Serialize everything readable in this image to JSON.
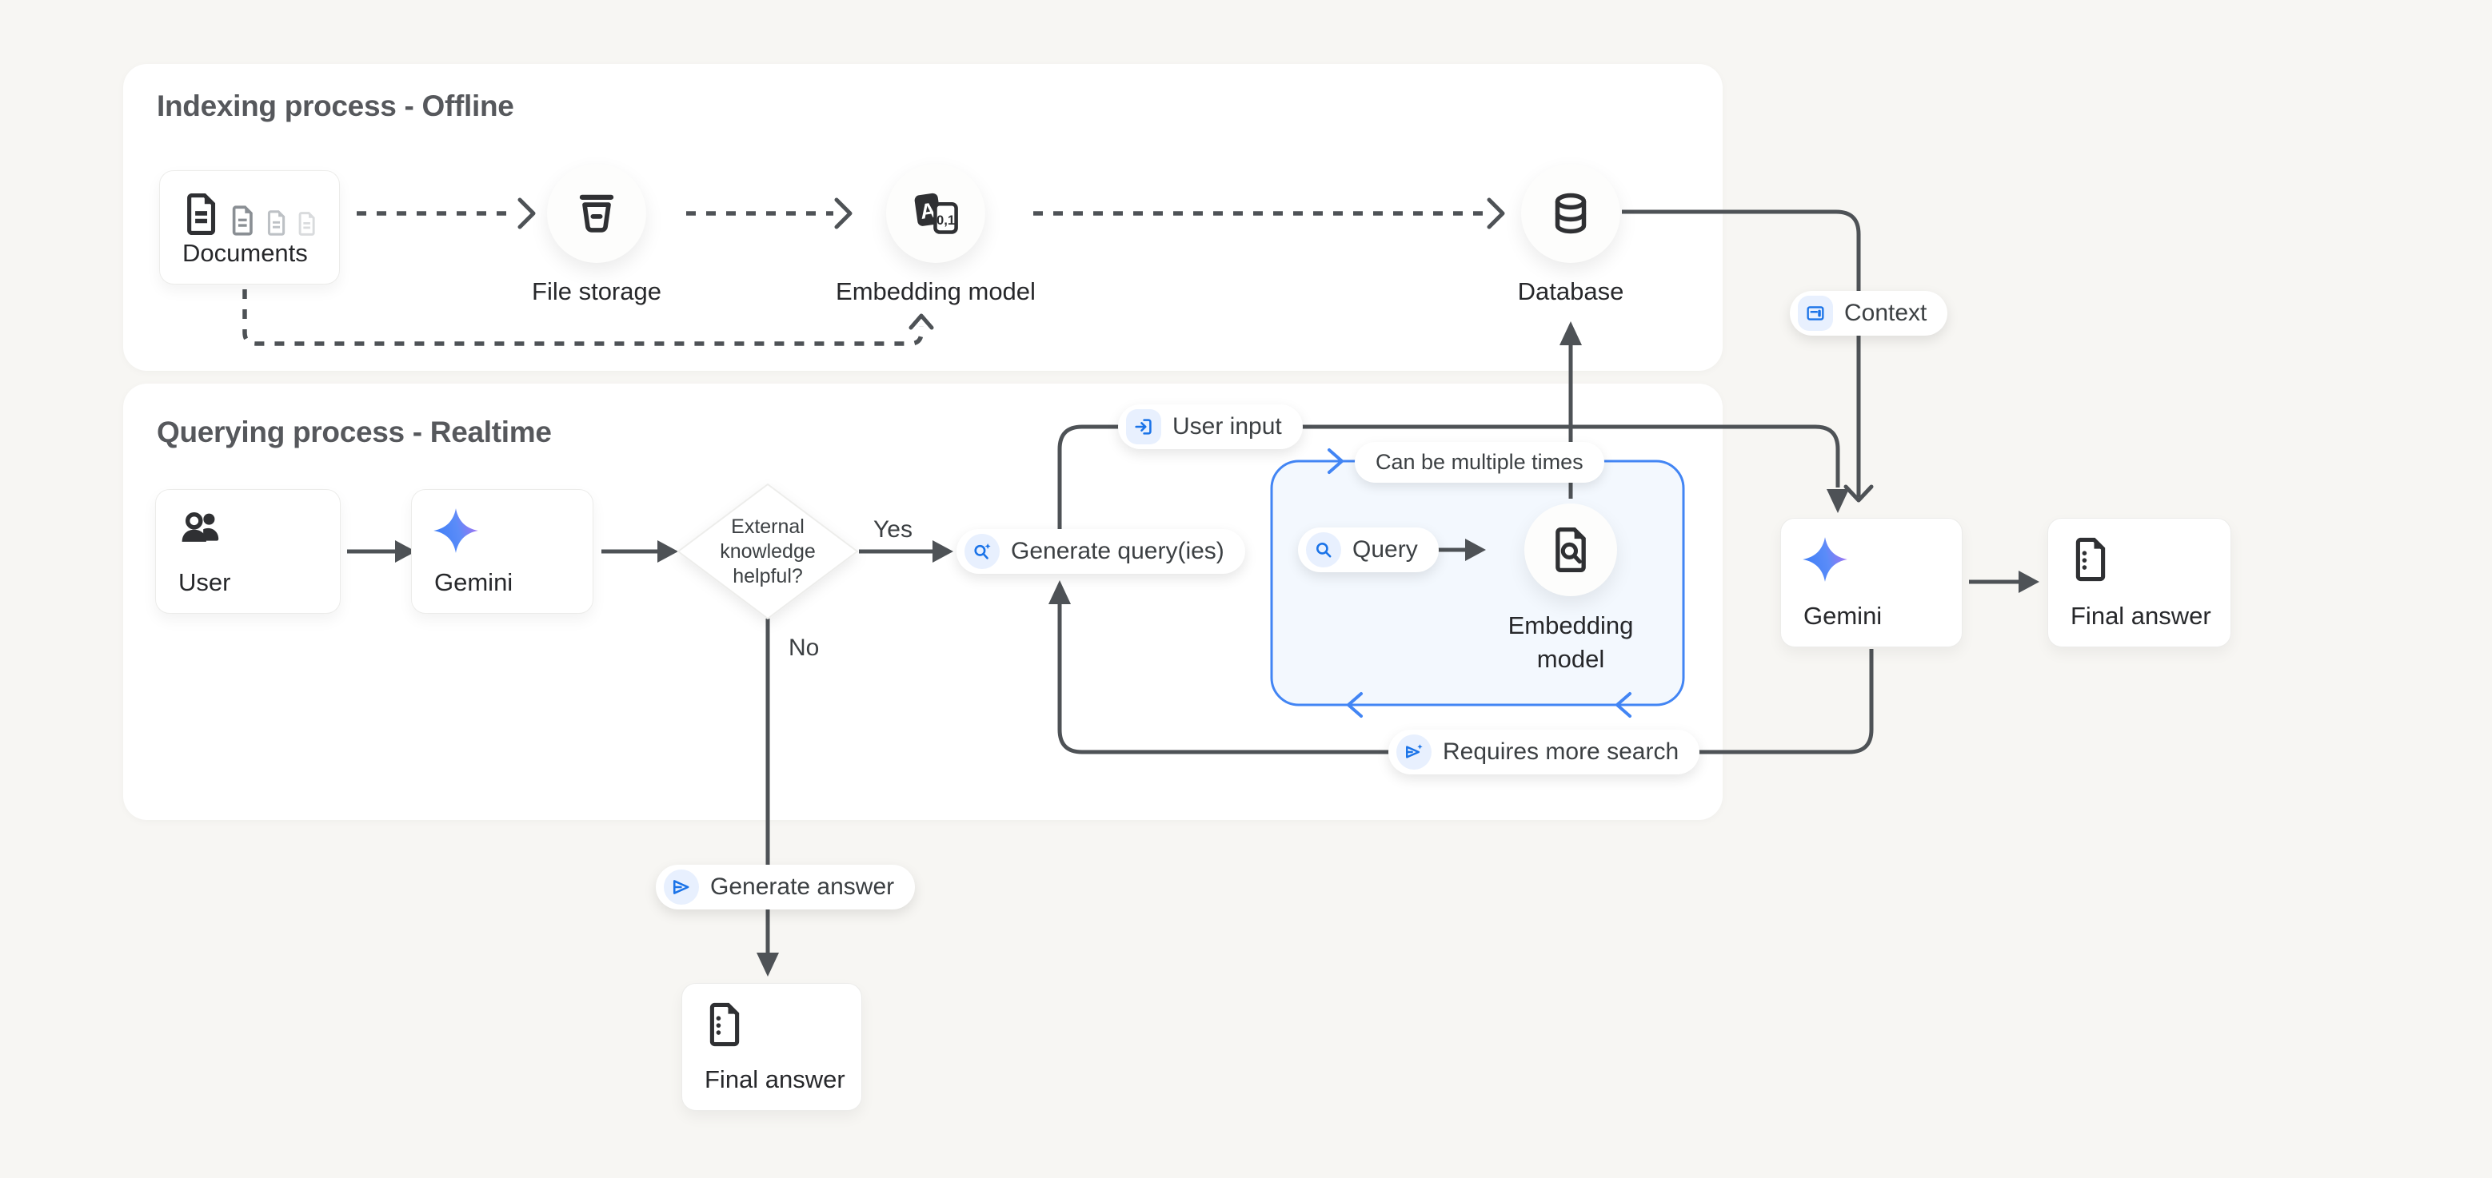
{
  "panels": {
    "indexing": {
      "title": "Indexing process - Offline"
    },
    "querying": {
      "title": "Querying process - Realtime"
    }
  },
  "nodes": {
    "documents": {
      "label": "Documents"
    },
    "file_storage": {
      "label": "File storage"
    },
    "embedding_model_top": {
      "label": "Embedding model"
    },
    "database": {
      "label": "Database"
    },
    "user": {
      "label": "User"
    },
    "gemini_left": {
      "label": "Gemini"
    },
    "decision": {
      "line1": "External",
      "line2": "knowledge",
      "line3": "helpful?"
    },
    "query_loop_box": {
      "note": "Can be multiple times",
      "query_label": "Query",
      "embedding_line1": "Embedding",
      "embedding_line2": "model"
    },
    "gemini_right": {
      "label": "Gemini"
    },
    "final_answer_right": {
      "label": "Final answer"
    },
    "final_answer_bottom": {
      "label": "Final answer"
    }
  },
  "badges": {
    "context": "Context",
    "user_input": "User input",
    "generate_queries": "Generate query(ies)",
    "requires_more_search": "Requires more search",
    "generate_answer": "Generate answer"
  },
  "edge_labels": {
    "yes": "Yes",
    "no": "No"
  },
  "icons": {
    "documents": "document-stack-icon",
    "file_storage": "storage-bucket-icon",
    "embedding_model_top": "translate-tokens-icon",
    "database": "database-cylinder-icon",
    "user": "people-icon",
    "gemini": "gemini-star-icon",
    "embedding_search": "document-search-icon",
    "final_answer": "document-list-icon",
    "context": "article-context-icon",
    "user_input": "login-arrow-icon",
    "generate_queries": "search-sparkle-icon",
    "query": "search-icon",
    "requires_more_search": "send-sparkle-icon",
    "generate_answer": "send-icon"
  },
  "colors": {
    "background": "#f7f6f3",
    "panel": "#ffffff",
    "line": "#4e5256",
    "accent_blue": "#1a73e8",
    "chip_background": "#e8f0fe",
    "loop_box_border": "#4285f4",
    "loop_box_fill": "#f3f8fe",
    "ink": "#2f3033",
    "gemini_gradient_start": "#3e7df6",
    "gemini_gradient_end": "#a473f2"
  }
}
